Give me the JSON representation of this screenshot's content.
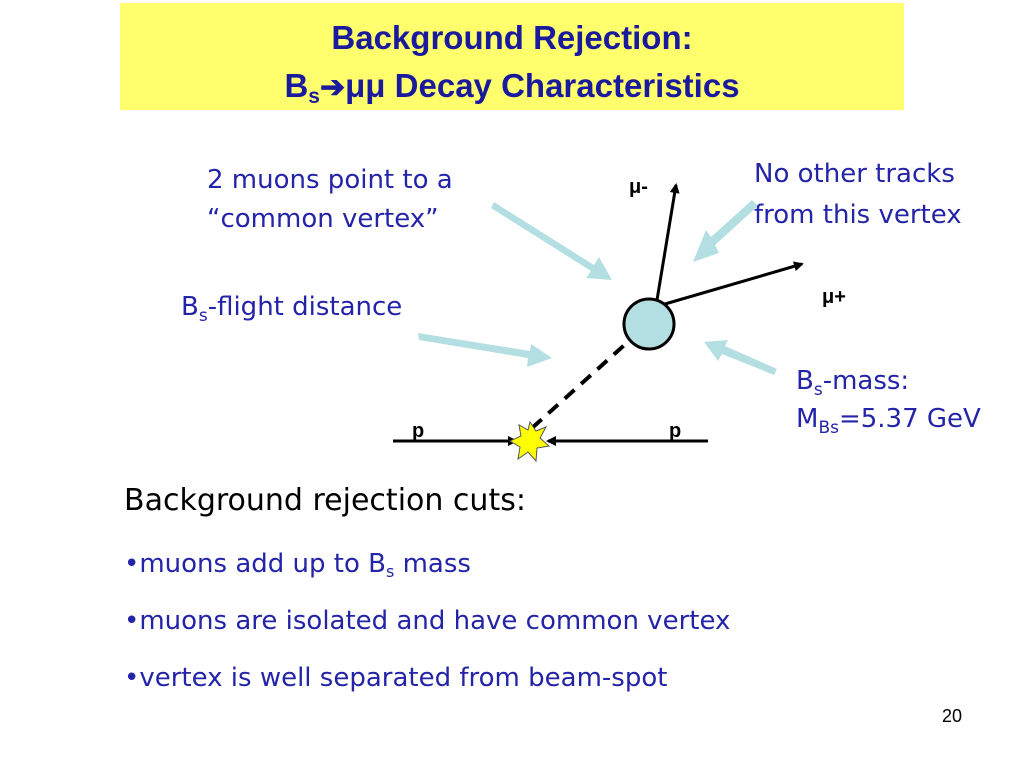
{
  "title": {
    "line1": "Background Rejection:",
    "line2_prefix": "B",
    "line2_sub": "s",
    "line2_arrow": "➔",
    "line2_mumu": "μμ",
    "line2_suffix": " Decay Characteristics"
  },
  "diagram": {
    "label_vertex_1": "2 muons point to a",
    "label_vertex_2": "“common vertex”",
    "label_tracks_1": "No other tracks",
    "label_tracks_2": "from this vertex",
    "label_flight_prefix": "B",
    "label_flight_sub": "s",
    "label_flight_suffix": "-flight distance",
    "label_mass_prefix": "B",
    "label_mass_sub": "s",
    "label_mass_suffix": "-mass:",
    "label_mass_value_prefix": "M",
    "label_mass_value_sub": "Bs",
    "label_mass_value_suffix": "=5.37 GeV",
    "mu_minus": "μ-",
    "mu_plus": "μ+",
    "proton_left": "p",
    "proton_right": "p"
  },
  "cuts": {
    "heading": "Background rejection cuts:",
    "item1_prefix": "•muons add up to B",
    "item1_sub": "s",
    "item1_suffix": " mass",
    "item2": "•muons are isolated and have common vertex",
    "item3": "•vertex is well separated from beam-spot"
  },
  "page_number": "20",
  "colors": {
    "title_bg": "#ffff6e",
    "title_text": "#1a1a9c",
    "annotation_text": "#2424a8",
    "pointer_arrows": "#b4dfe2",
    "vertex_fill": "#b4dfe2",
    "collision_star": "#ffff00"
  }
}
